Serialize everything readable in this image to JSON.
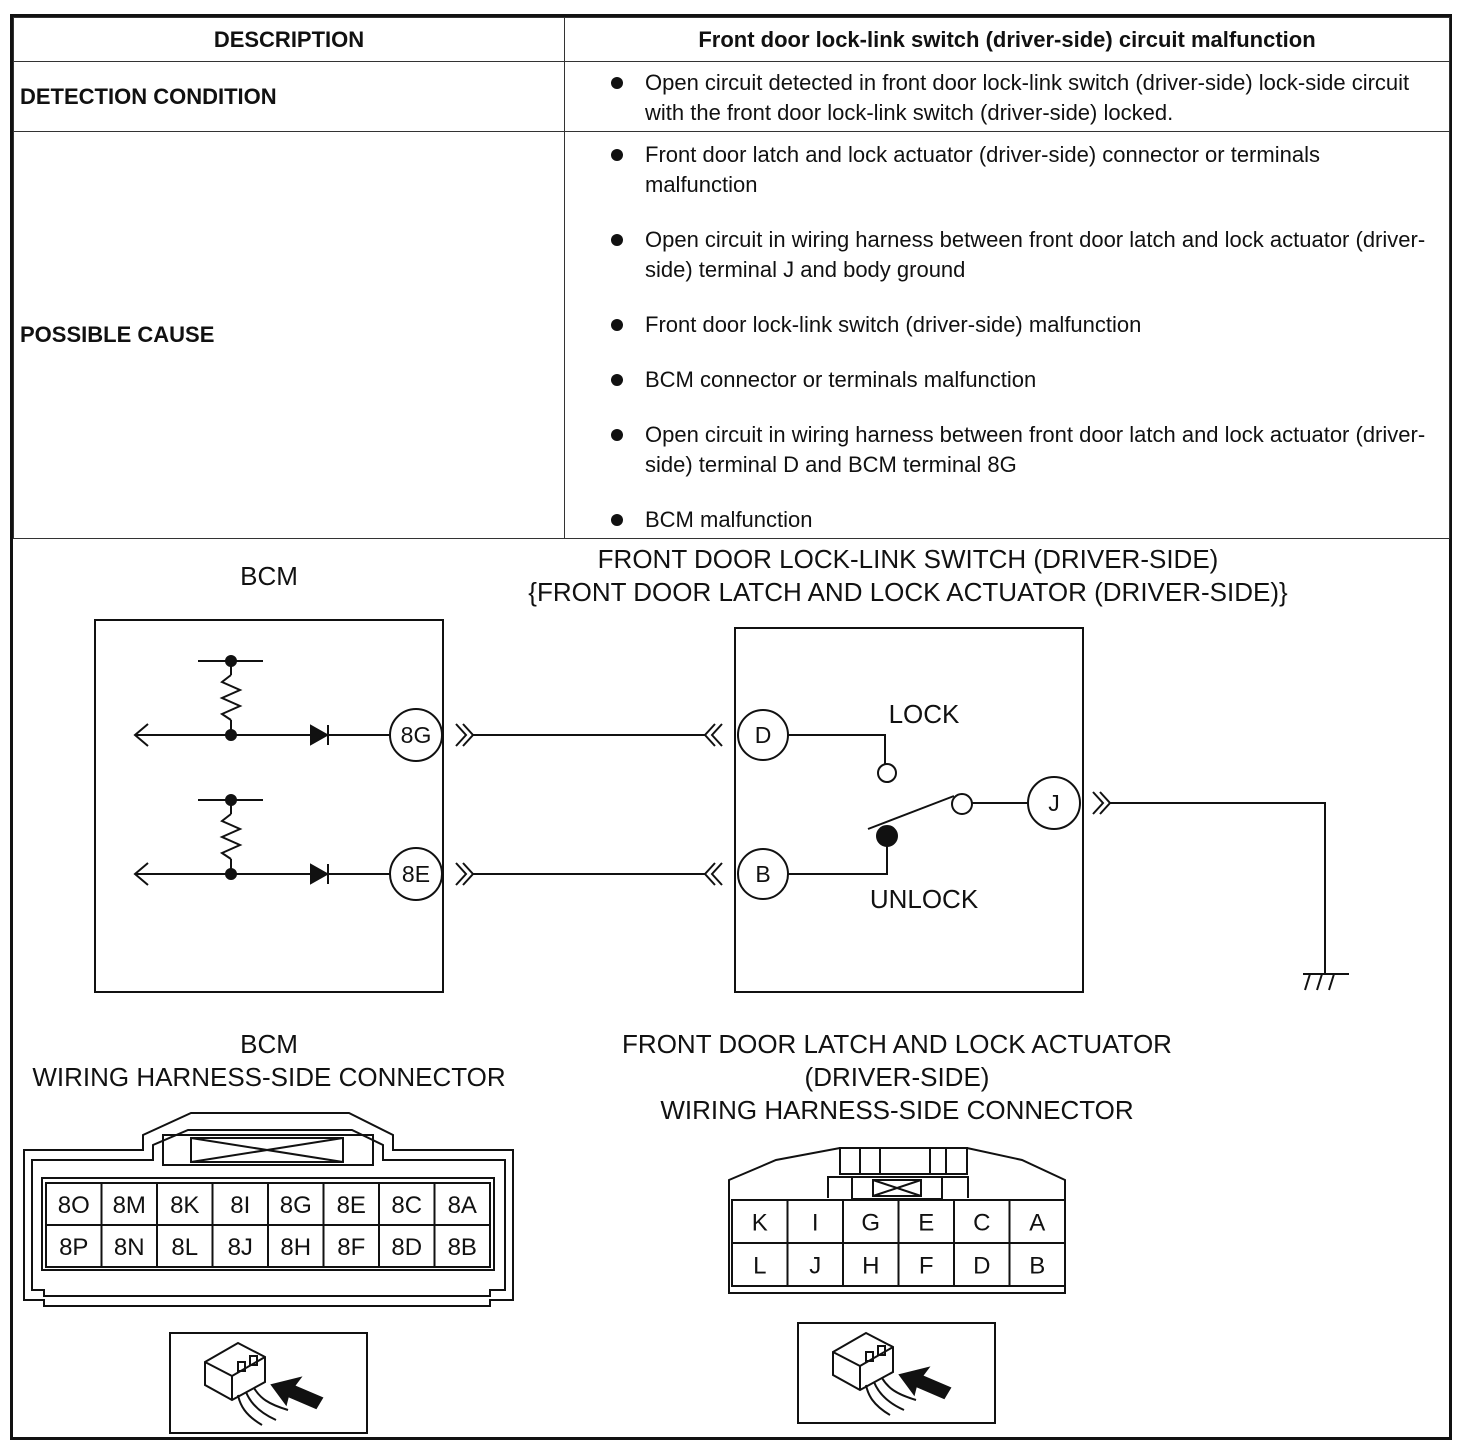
{
  "table": {
    "header_left": "DESCRIPTION",
    "header_right": "Front door lock-link switch (driver-side) circuit malfunction",
    "detection_label": "DETECTION CONDITION",
    "detection_items": [
      "Open circuit detected in front door lock-link switch (driver-side) lock-side circuit with the front door lock-link switch (driver-side) locked."
    ],
    "cause_label": "POSSIBLE CAUSE",
    "cause_items": [
      "Front door latch and lock actuator (driver-side) connector or terminals malfunction",
      "Open circuit in wiring harness between front door latch and lock actuator (driver-side) terminal J and body ground",
      "Front door lock-link switch (driver-side) malfunction",
      "BCM connector or terminals malfunction",
      "Open circuit in wiring harness between front door latch and lock actuator (driver-side) terminal D and BCM terminal 8G",
      "BCM malfunction"
    ]
  },
  "diagram": {
    "bcm_title": "BCM",
    "switch_title_line1": "FRONT DOOR LOCK-LINK SWITCH (DRIVER-SIDE)",
    "switch_title_line2": "{FRONT DOOR LATCH AND LOCK ACTUATOR (DRIVER-SIDE)}",
    "bcm_pins": [
      "8G",
      "8E"
    ],
    "switch_pins": [
      "D",
      "B",
      "J"
    ],
    "lock_label": "LOCK",
    "unlock_label": "UNLOCK"
  },
  "connectors": {
    "bcm_title_line1": "BCM",
    "bcm_title_line2": "WIRING HARNESS-SIDE CONNECTOR",
    "bcm_row1": [
      "8O",
      "8M",
      "8K",
      "8I",
      "8G",
      "8E",
      "8C",
      "8A"
    ],
    "bcm_row2": [
      "8P",
      "8N",
      "8L",
      "8J",
      "8H",
      "8F",
      "8D",
      "8B"
    ],
    "actuator_title_line1": "FRONT DOOR LATCH AND LOCK ACTUATOR",
    "actuator_title_line2": "(DRIVER-SIDE)",
    "actuator_title_line3": "WIRING HARNESS-SIDE CONNECTOR",
    "actuator_row1": [
      "K",
      "I",
      "G",
      "E",
      "C",
      "A"
    ],
    "actuator_row2": [
      "L",
      "J",
      "H",
      "F",
      "D",
      "B"
    ]
  }
}
